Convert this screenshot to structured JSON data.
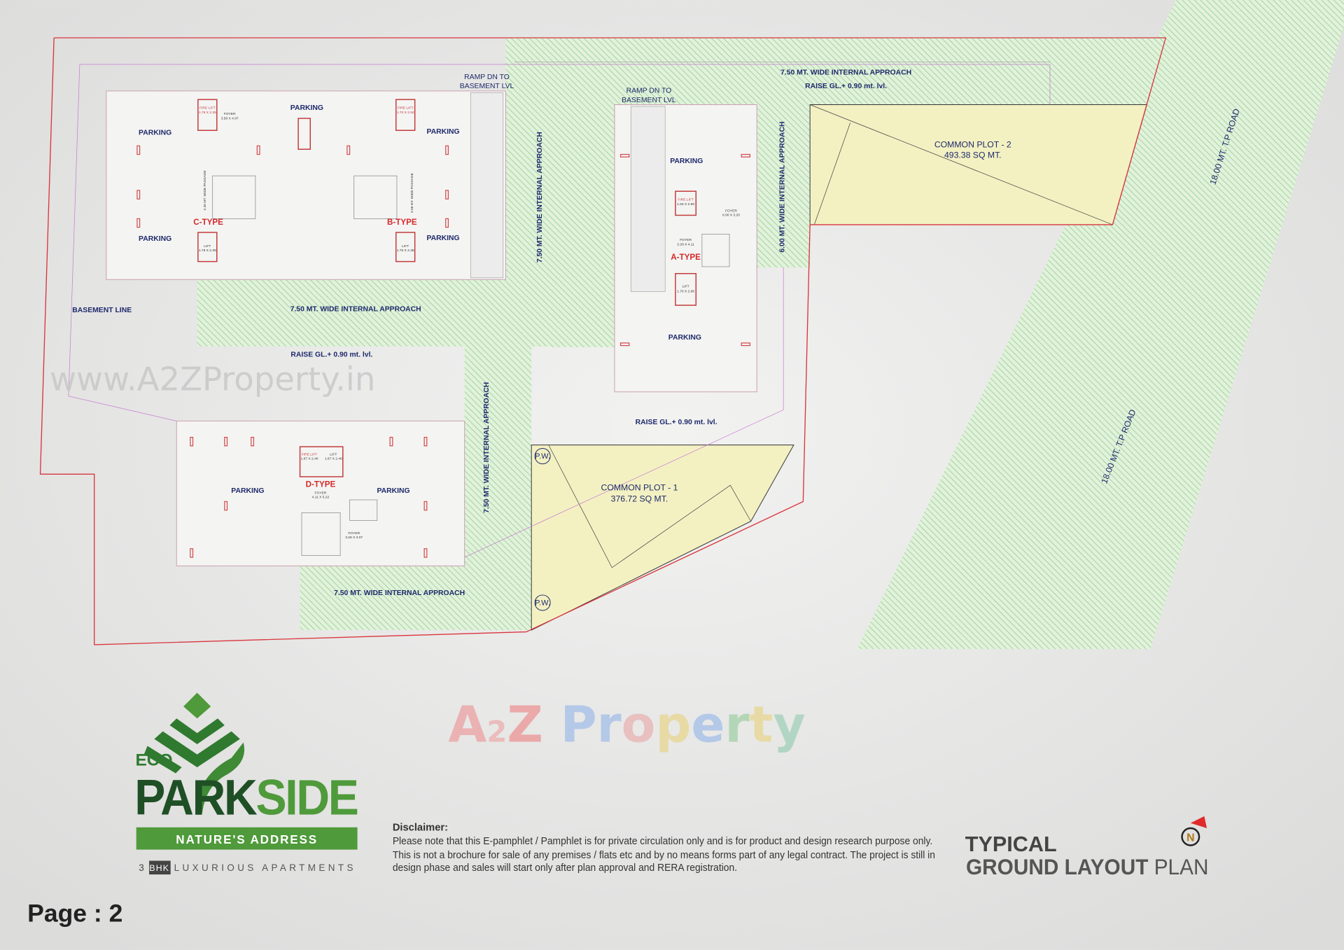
{
  "plan": {
    "labels": [
      "RAMP DN TO",
      "BASEMENT LVL",
      "PARKING",
      "PARKING",
      "PARKING",
      "PARKING",
      "PARKING",
      "C-TYPE",
      "B-TYPE",
      "BASEMENT LINE",
      "7.50 MT. WIDE INTERNAL APPROACH",
      "RAISE GL.+ 0.90 mt. lvl.",
      "7.50 MT. WIDE INTERNAL APPROACH",
      "7.50 MT. WIDE INTERNAL APPROACH",
      "RAMP DN TO",
      "BASEMENT LVL",
      "7.50 MT. WIDE INTERNAL APPROACH",
      "RAISE GL.+ 0.90 mt. lvl.",
      "6.00 MT. WIDE INTERNAL APPROACH",
      "PARKING",
      "PARKING",
      "A-TYPE",
      "COMMON PLOT - 2",
      "493.38 SQ MT.",
      "18.00 MT. T.P ROAD",
      "18.00 MT. T.P ROAD",
      "RAISE GL.+ 0.90 mt. lvl.",
      "COMMON PLOT - 1",
      "376.72 SQ MT.",
      "P.W.",
      "P.W.",
      "PARKING",
      "PARKING",
      "D-TYPE",
      "7.50 MT. WIDE INTERNAL APPROACH"
    ],
    "small_labels": [
      "FIRE LIFT",
      "1.78 X 2.35",
      "FOYER",
      "3.50 X 4.07",
      "LIFT",
      "1.78 X 2.35",
      "FIRE LIFT",
      "1.70 X 2.52",
      "LIFT",
      "1.75 X 2.35",
      "FIRE LIFT",
      "1.83 X 2.90",
      "FOYER",
      "6.00 X 3.20",
      "FOYER",
      "3.28 X 4.11",
      "LIFT",
      "1.70 X 2.90",
      "FIRE LIFT",
      "1.67 X 2.40",
      "LIFT",
      "1.67 X 2.40",
      "FOYER",
      "4.11 X 5.22",
      "FOYER",
      "3.28 X 3.07",
      "2.30 MT. WIDE PASSAGE",
      "3.08 MT. WIDE PASSAGE"
    ]
  },
  "watermark": {
    "url": "www.A2ZProperty.in",
    "brand_a": "A",
    "brand_2": "2",
    "brand_z": "Z",
    "brand_rest": [
      "P",
      "r",
      "o",
      "p",
      "e",
      "r",
      "t",
      "y"
    ]
  },
  "logo": {
    "eco": "ECO",
    "park": "PARK",
    "side": "SIDE",
    "tagline": "NATURE'S ADDRESS",
    "bhk_num": "3",
    "bhk": "BHK",
    "apartments": "LUXURIOUS APARTMENTS"
  },
  "disclaimer": {
    "title": "Disclaimer:",
    "lines": [
      "Please note that this E-pamphlet / Pamphlet is for private circulation only and is for product and design research purpose only.",
      "This is not a brochure for sale of any premises / flats etc and by no means forms part of any legal contract. The project is still in",
      "design phase and sales will start only after plan approval and RERA registration."
    ]
  },
  "title": {
    "line1": "TYPICAL",
    "line2_bold": "GROUND LAYOUT",
    "line2_light": "PLAN",
    "north": "N"
  },
  "page": {
    "label": "Page : 2"
  },
  "colors": {
    "green_hatch": "#8fcf8a",
    "green_fill": "#e2f1dc",
    "common_plot": "#f3f1c2",
    "boundary": "#d9363e",
    "text_blue": "#1f2a6b",
    "type_red": "#d42a2a",
    "logo_dark": "#1f5a2a",
    "logo_light": "#4f9a3a"
  }
}
